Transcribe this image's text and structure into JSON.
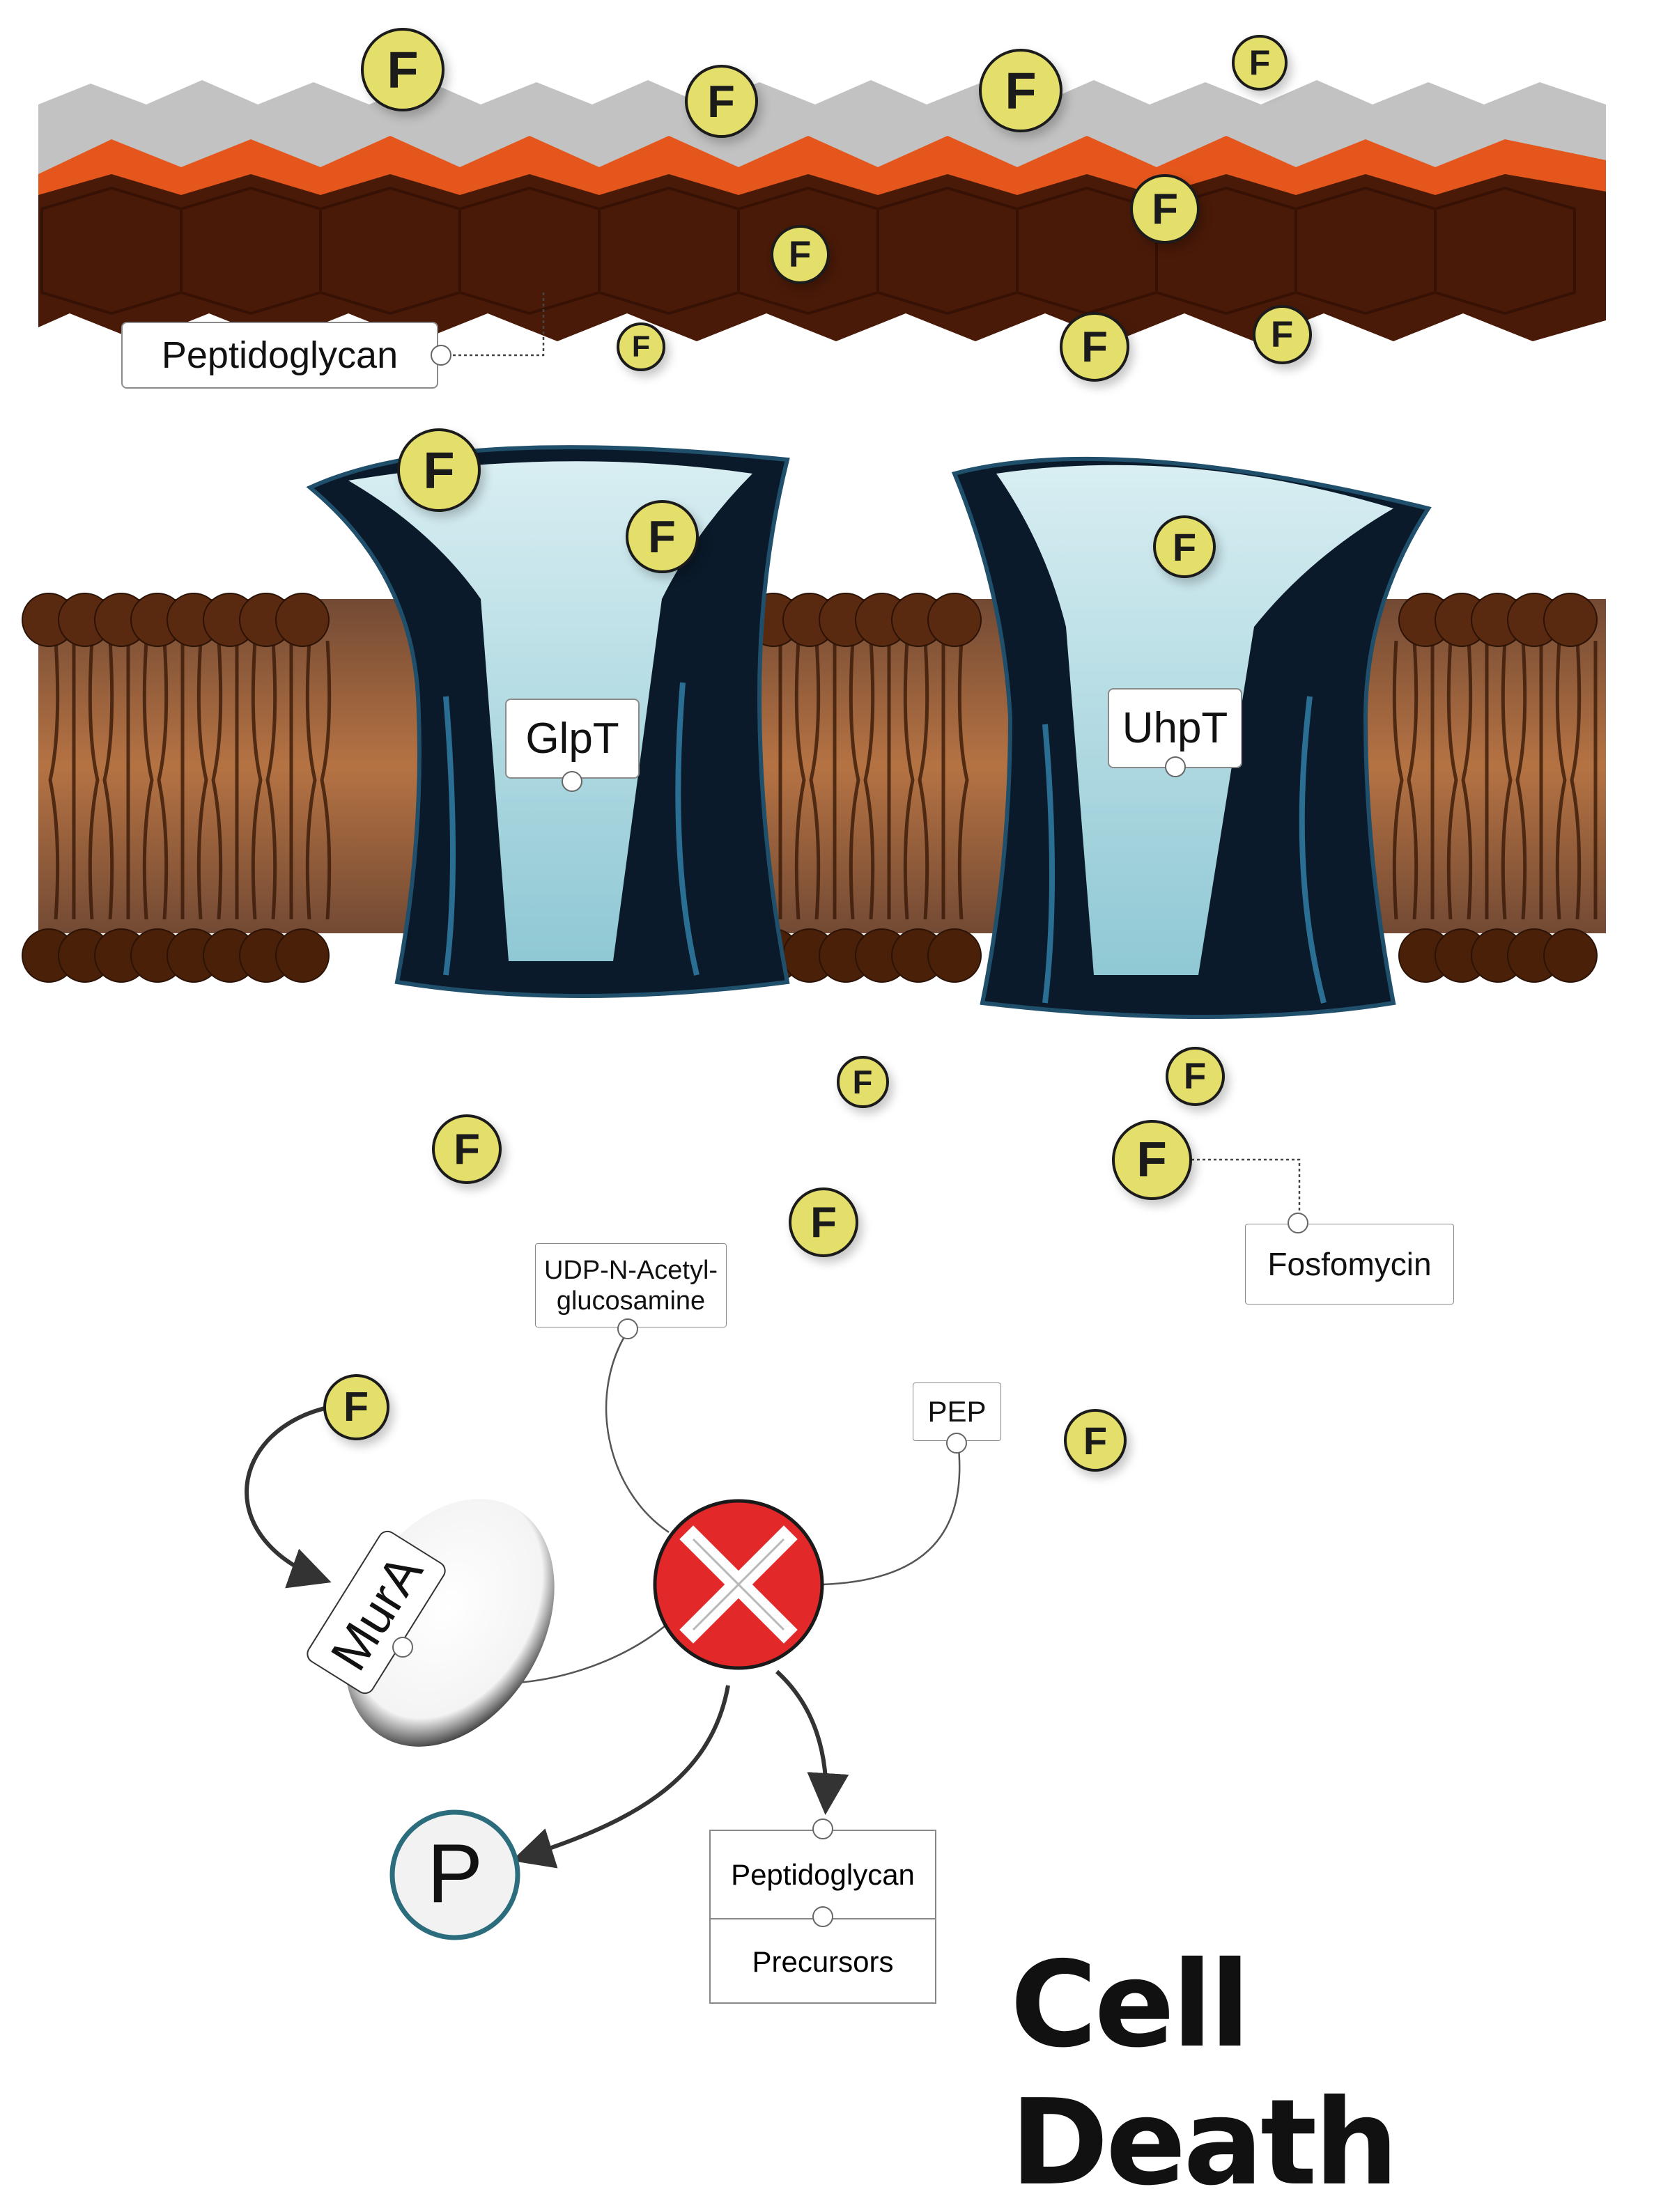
{
  "labels": {
    "peptidoglycan_top": "Peptidoglycan",
    "glpt": "GlpT",
    "uhpt": "UhpT",
    "fosfomycin": "Fosfomycin",
    "udp_line1": "UDP-N-Acetyl-",
    "udp_line2": "glucosamine",
    "pep": "PEP",
    "mura": "MurA",
    "p_symbol": "P",
    "precursor_top": "Peptidoglycan",
    "precursor_bottom": "Precursors",
    "cell_death": "Cell Death"
  },
  "fosfomycin_symbol": "F",
  "colors": {
    "peptidoglycan_dark": "#4a1a08",
    "peptidoglycan_orange": "#e4561c",
    "membrane_brown": "#6b3414",
    "transporter_dark": "#0a1a2a",
    "transporter_light": "#a9d6df",
    "fosfomycin_yellow": "#e4df6a",
    "inhibit_red": "#e3282a",
    "phosphate_ring": "#2b6c7d"
  }
}
